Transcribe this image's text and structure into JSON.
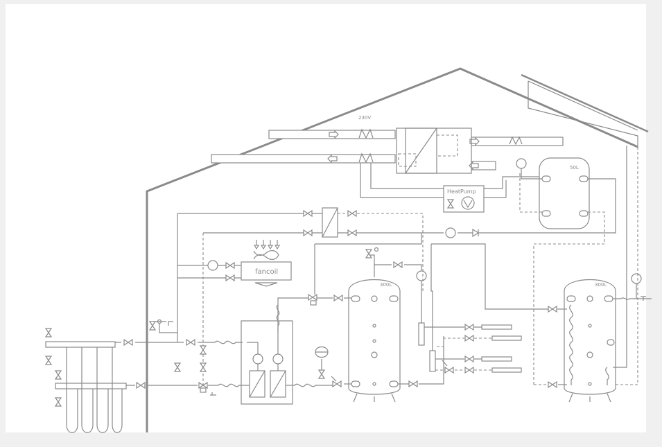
{
  "diagram": {
    "labels": {
      "voltage": "230V",
      "heatpump": "HeatPump",
      "fancoil": "fancoil",
      "buffer_small": "50L",
      "tank_middle": "300L",
      "tank_right": "300L"
    },
    "colors": {
      "line": "#8a8a8a",
      "background": "#ffffff",
      "page": "#f0f0f0"
    }
  }
}
